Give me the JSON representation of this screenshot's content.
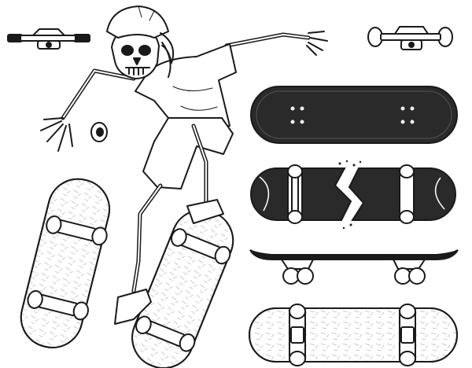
{
  "illustration": {
    "subject": "skeleton-skateboarder",
    "elements": [
      "truck-top-left",
      "truck-top-right",
      "loose-wheel",
      "deck-top-view",
      "deck-broken",
      "deck-side-view",
      "deck-bottom-view",
      "board-tilted-left",
      "board-under-skeleton"
    ]
  },
  "colors": {
    "ink": "#1a1a1a",
    "paper": "#ffffff",
    "deck_dark": "#2a2a2a"
  }
}
